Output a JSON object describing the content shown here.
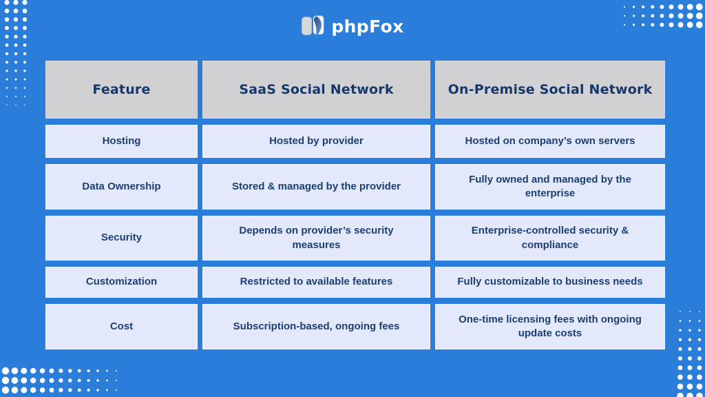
{
  "brand": {
    "name": "phpFox",
    "logo_icon": "open-book-fox-tail-icon"
  },
  "colors": {
    "background": "#2a7ed9",
    "header_bg": "#d1d1d3",
    "cell_bg": "#e4e8fb",
    "header_text": "#14386b",
    "cell_text": "#1b3f72",
    "logo_text": "#ffffff",
    "dots": "#ffffff"
  },
  "chart_data": {
    "type": "table",
    "title": "",
    "columns": [
      "Feature",
      "SaaS Social Network",
      "On-Premise Social Network"
    ],
    "rows": [
      [
        "Hosting",
        "Hosted by provider",
        "Hosted on company’s own servers"
      ],
      [
        "Data Ownership",
        "Stored & managed by the provider",
        "Fully owned and managed by the enterprise"
      ],
      [
        "Security",
        "Depends on provider’s security measures",
        "Enterprise-controlled security & compliance"
      ],
      [
        "Customization",
        "Restricted to available features",
        "Fully customizable to business needs"
      ],
      [
        "Cost",
        "Subscription-based, ongoing fees",
        "One-time licensing fees with ongoing update costs"
      ]
    ],
    "layout": {
      "legend": "none",
      "grid": "off",
      "header_row": true,
      "feature_column_first": true
    }
  }
}
